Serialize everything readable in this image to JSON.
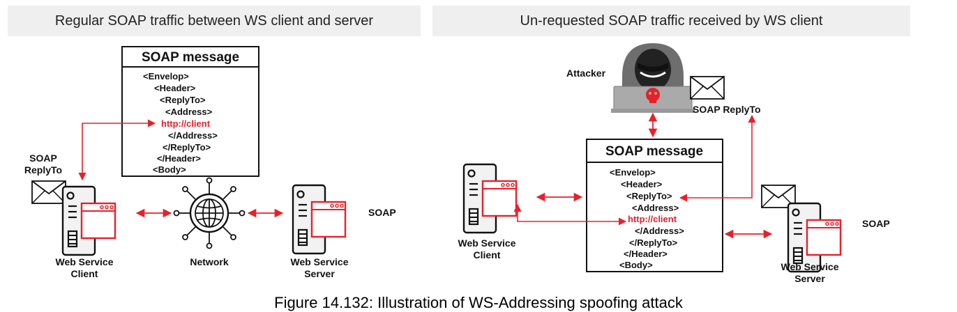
{
  "left_panel": {
    "heading": "Regular SOAP traffic between WS client and server",
    "soap_box": {
      "title": "SOAP message",
      "lines": [
        "<Envelop>",
        "<Header>",
        "<ReplyTo>",
        "<Address>",
        "http://client",
        "</Address>",
        "</ReplyTo>",
        "</Header>",
        "<Body>"
      ]
    },
    "reply_to_label": [
      "SOAP",
      "ReplyTo"
    ],
    "client_label": [
      "Web Service",
      "Client"
    ],
    "network_label": "Network",
    "server_label": [
      "Web Service",
      "Server"
    ],
    "server_soap_label": "SOAP"
  },
  "right_panel": {
    "heading": "Un-requested SOAP traffic received by WS client",
    "attacker_label": "Attacker",
    "reply_to_label": "SOAP ReplyTo",
    "soap_box": {
      "title": "SOAP message",
      "lines": [
        "<Envelop>",
        "<Header>",
        "<ReplyTo>",
        "<Address>",
        "http://client",
        "</Address>",
        "</ReplyTo>",
        "</Header>",
        "<Body>"
      ]
    },
    "client_label": [
      "Web Service",
      "Client"
    ],
    "server_label": [
      "Web Service",
      "Server"
    ],
    "server_soap_label": "SOAP"
  },
  "caption": "Figure 14.132: Illustration of WS-Addressing spoofing attack",
  "colors": {
    "accent": "#e8202a",
    "ink": "#111111",
    "server_fill": "#f2f2f2",
    "panel_bg": "#efefef"
  }
}
